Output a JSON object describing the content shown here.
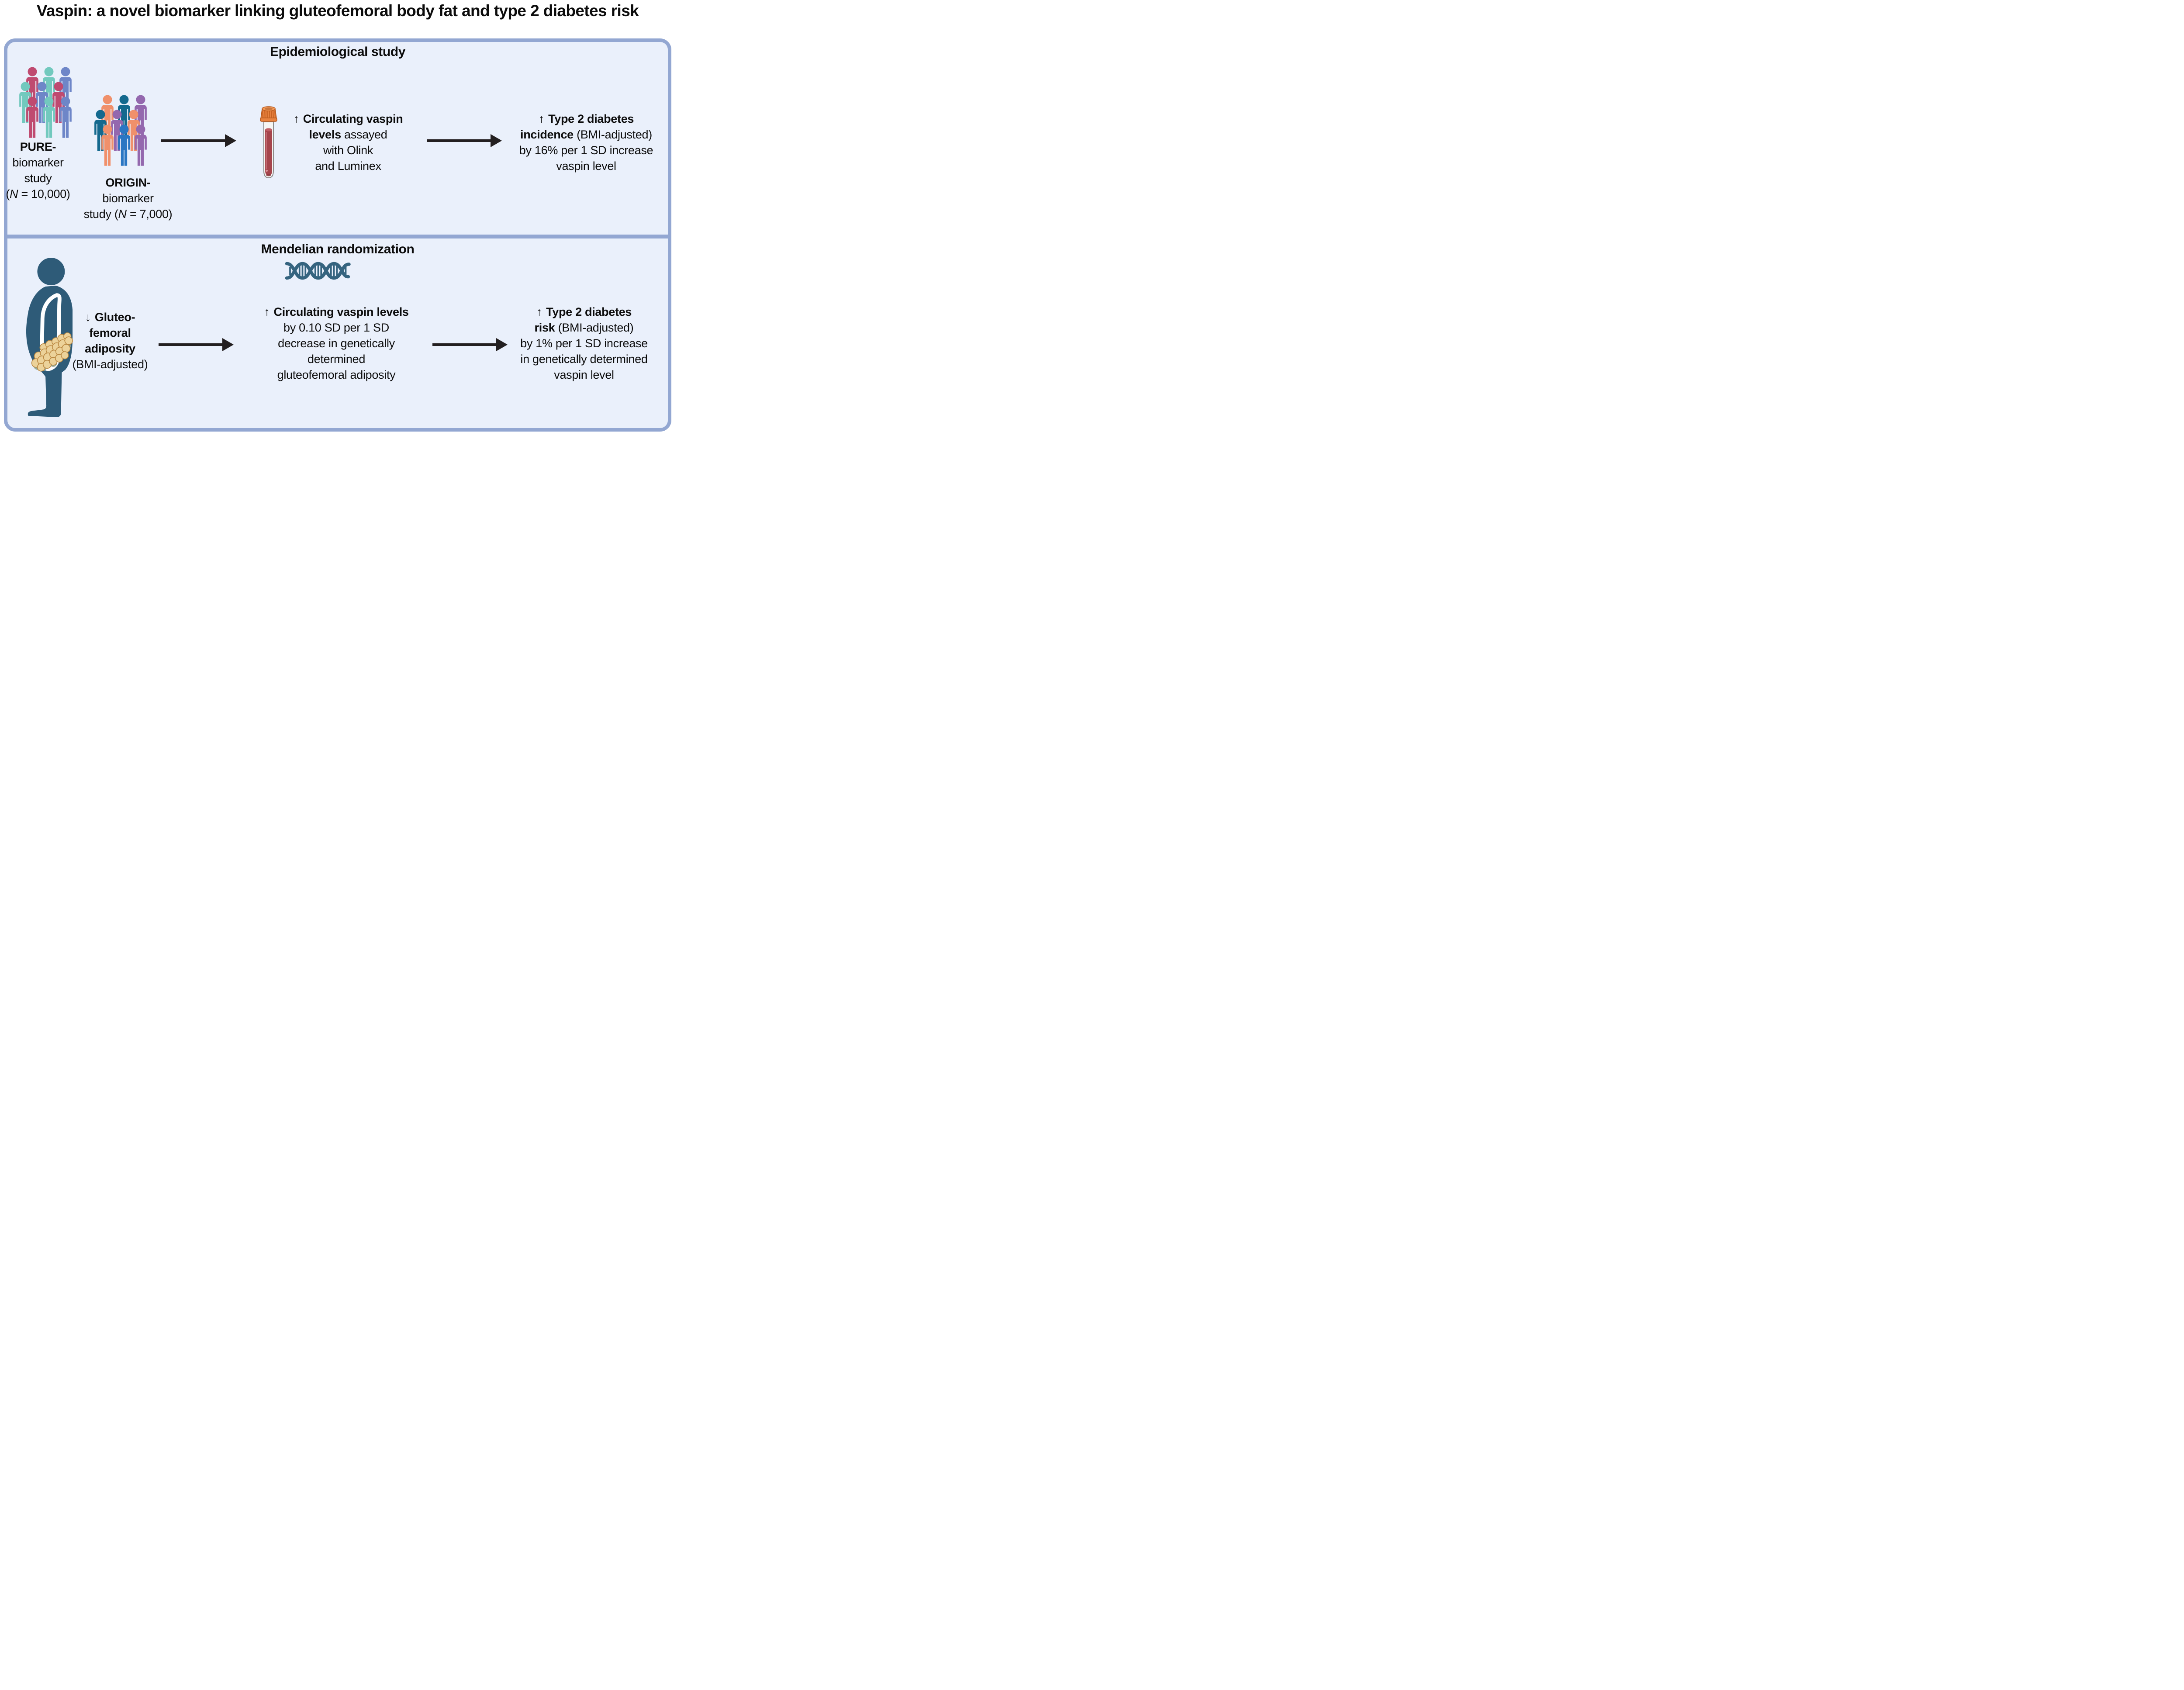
{
  "title": "Vaspin: a novel biomarker linking gluteofemoral body fat and type 2 diabetes risk",
  "colors": {
    "page_bg": "#ffffff",
    "panel_bg": "#eaf0fb",
    "panel_border": "#93a7d2",
    "text": "#0c0c0c",
    "arrow": "#231f20",
    "body_silhouette": "#2e5b78",
    "dna": "#35647f",
    "fat_cell": "#ecd29a",
    "fat_cell_outline": "#b9863f",
    "fat_cell_shadow": "#8fa596",
    "tube_cap": "#e8823f",
    "tube_cap_dark": "#c35d1d",
    "tube_cap_light": "#f49a57",
    "tube_glass": "#f6f5f3",
    "tube_outline": "#8e8c8a",
    "blood": "#a6454c",
    "blood_light": "#c05f66",
    "pure_crowd": [
      "#bf4a70",
      "#72c9be",
      "#6e86c8",
      "#72c9be",
      "#6e86c8",
      "#bf4a70",
      "#bf4a70",
      "#72c9be",
      "#6e86c8"
    ],
    "origin_crowd": [
      "#f0906b",
      "#14698e",
      "#9468ae",
      "#14698e",
      "#9468ae",
      "#f0906b",
      "#f0906b",
      "#2a76c3",
      "#9468ae"
    ]
  },
  "icons": {
    "up_arrow": "↑",
    "down_arrow": "↓",
    "right_arrow": "black-horizontal-arrow",
    "people_group": "person-pictogram-crowd",
    "blood_tube": "test-tube-with-blood-and-orange-cap",
    "dna": "double-helix",
    "body": "side-profile-person-silhouette",
    "fat": "adipocyte-cluster"
  },
  "panel1": {
    "heading": "Epidemiological study",
    "pure_label": {
      "l1": "PURE-",
      "l2": "biomarker",
      "l3": "study",
      "l4a": "(",
      "l4b": "N",
      "l4c": " = 10,000)"
    },
    "origin_label": {
      "l1": "ORIGIN-",
      "l2": "biomarker",
      "l3a": "study (",
      "l3b": "N",
      "l3c": " = 7,000)"
    },
    "vaspin_text": {
      "arrow": "↑",
      "l1b": "Circulating vaspin",
      "l2b": "levels",
      "l2r": " assayed",
      "l3": "with Olink",
      "l4": "and Luminex"
    },
    "outcome_text": {
      "arrow": "↑",
      "l1b": "Type 2 diabetes",
      "l2b": "incidence",
      "l2r": " (BMI-adjusted)",
      "l3": "by 16% per 1 SD increase",
      "l4": "vaspin level"
    }
  },
  "panel2": {
    "heading": "Mendelian randomization",
    "exposure_text": {
      "arrow": "↓",
      "l1b": "Gluteo-",
      "l2b": "femoral",
      "l3b": "adiposity",
      "l4": "(BMI-adjusted)"
    },
    "mediator_text": {
      "arrow": "↑",
      "l1b": "Circulating vaspin levels",
      "l2": "by 0.10 SD per 1 SD",
      "l3": "decrease in genetically",
      "l4": "determined",
      "l5": "gluteofemoral adiposity"
    },
    "outcome_text": {
      "arrow": "↑",
      "l1b": "Type 2 diabetes",
      "l2b": "risk",
      "l2r": " (BMI-adjusted)",
      "l3": "by 1% per 1 SD increase",
      "l4": "in genetically determined",
      "l5": "vaspin level"
    }
  }
}
